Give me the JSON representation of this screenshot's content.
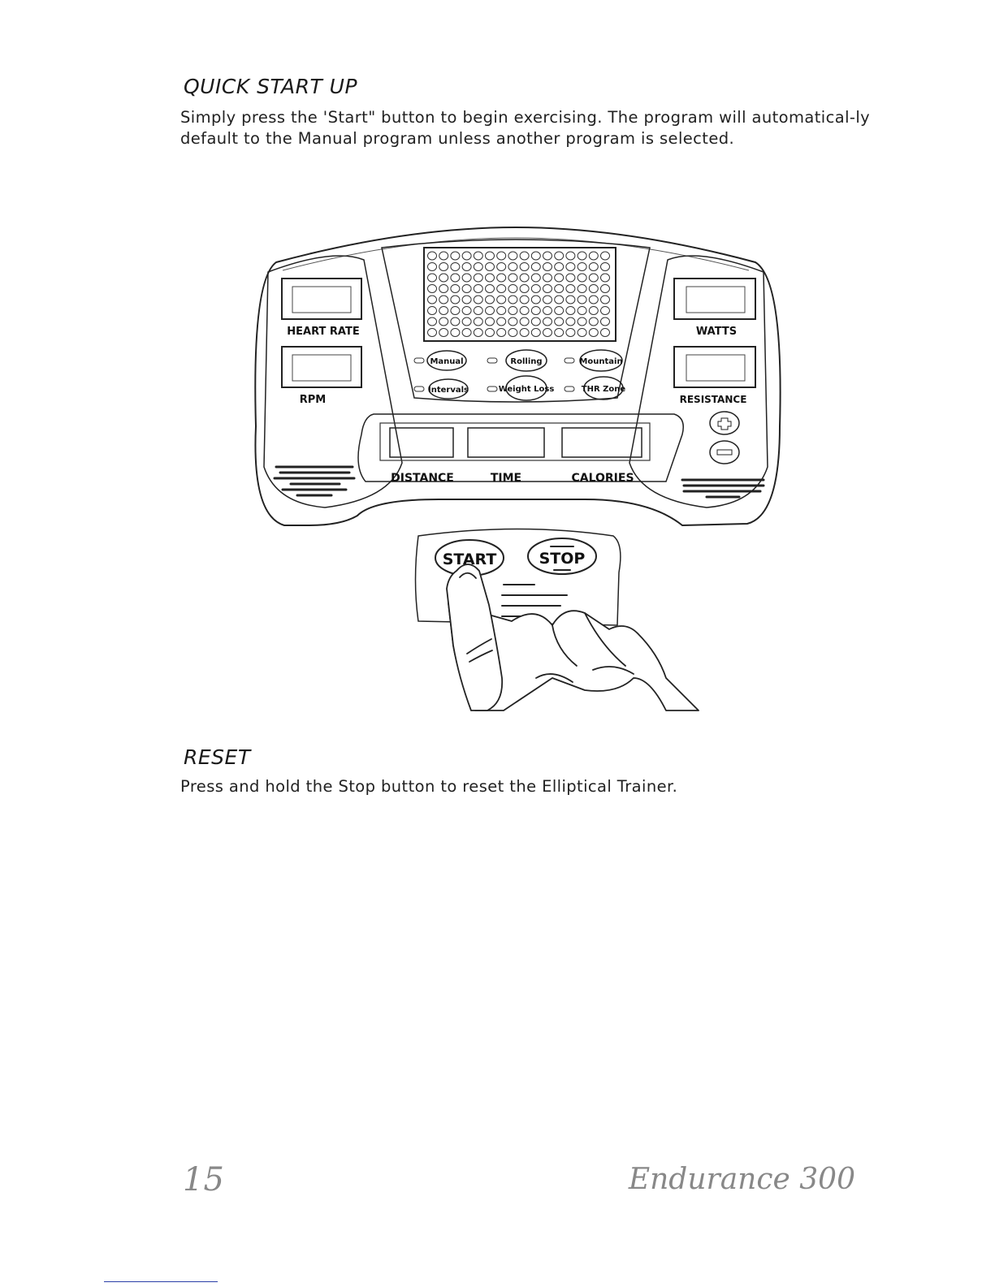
{
  "quick_start": {
    "title": "QUICK START UP",
    "body": "Simply press the 'Start\" button to begin exercising. The program will automatical-ly default to the Manual program unless another program is selected."
  },
  "console": {
    "left_labels": [
      "HEART RATE",
      "RPM"
    ],
    "right_labels": [
      "WATTS",
      "RESISTANCE"
    ],
    "bottom_labels": [
      "DISTANCE",
      "TIME",
      "CALORIES"
    ],
    "programs": [
      "Manual",
      "Rolling",
      "Mountain",
      "Intervals",
      "Weight Loss",
      "THR Zone"
    ],
    "start_label": "START",
    "stop_label": "STOP"
  },
  "reset": {
    "title": "RESET",
    "body": "Press and hold the Stop button to reset the Elliptical Trainer."
  },
  "footer": {
    "page_number": "15",
    "product": "Endurance 300"
  }
}
